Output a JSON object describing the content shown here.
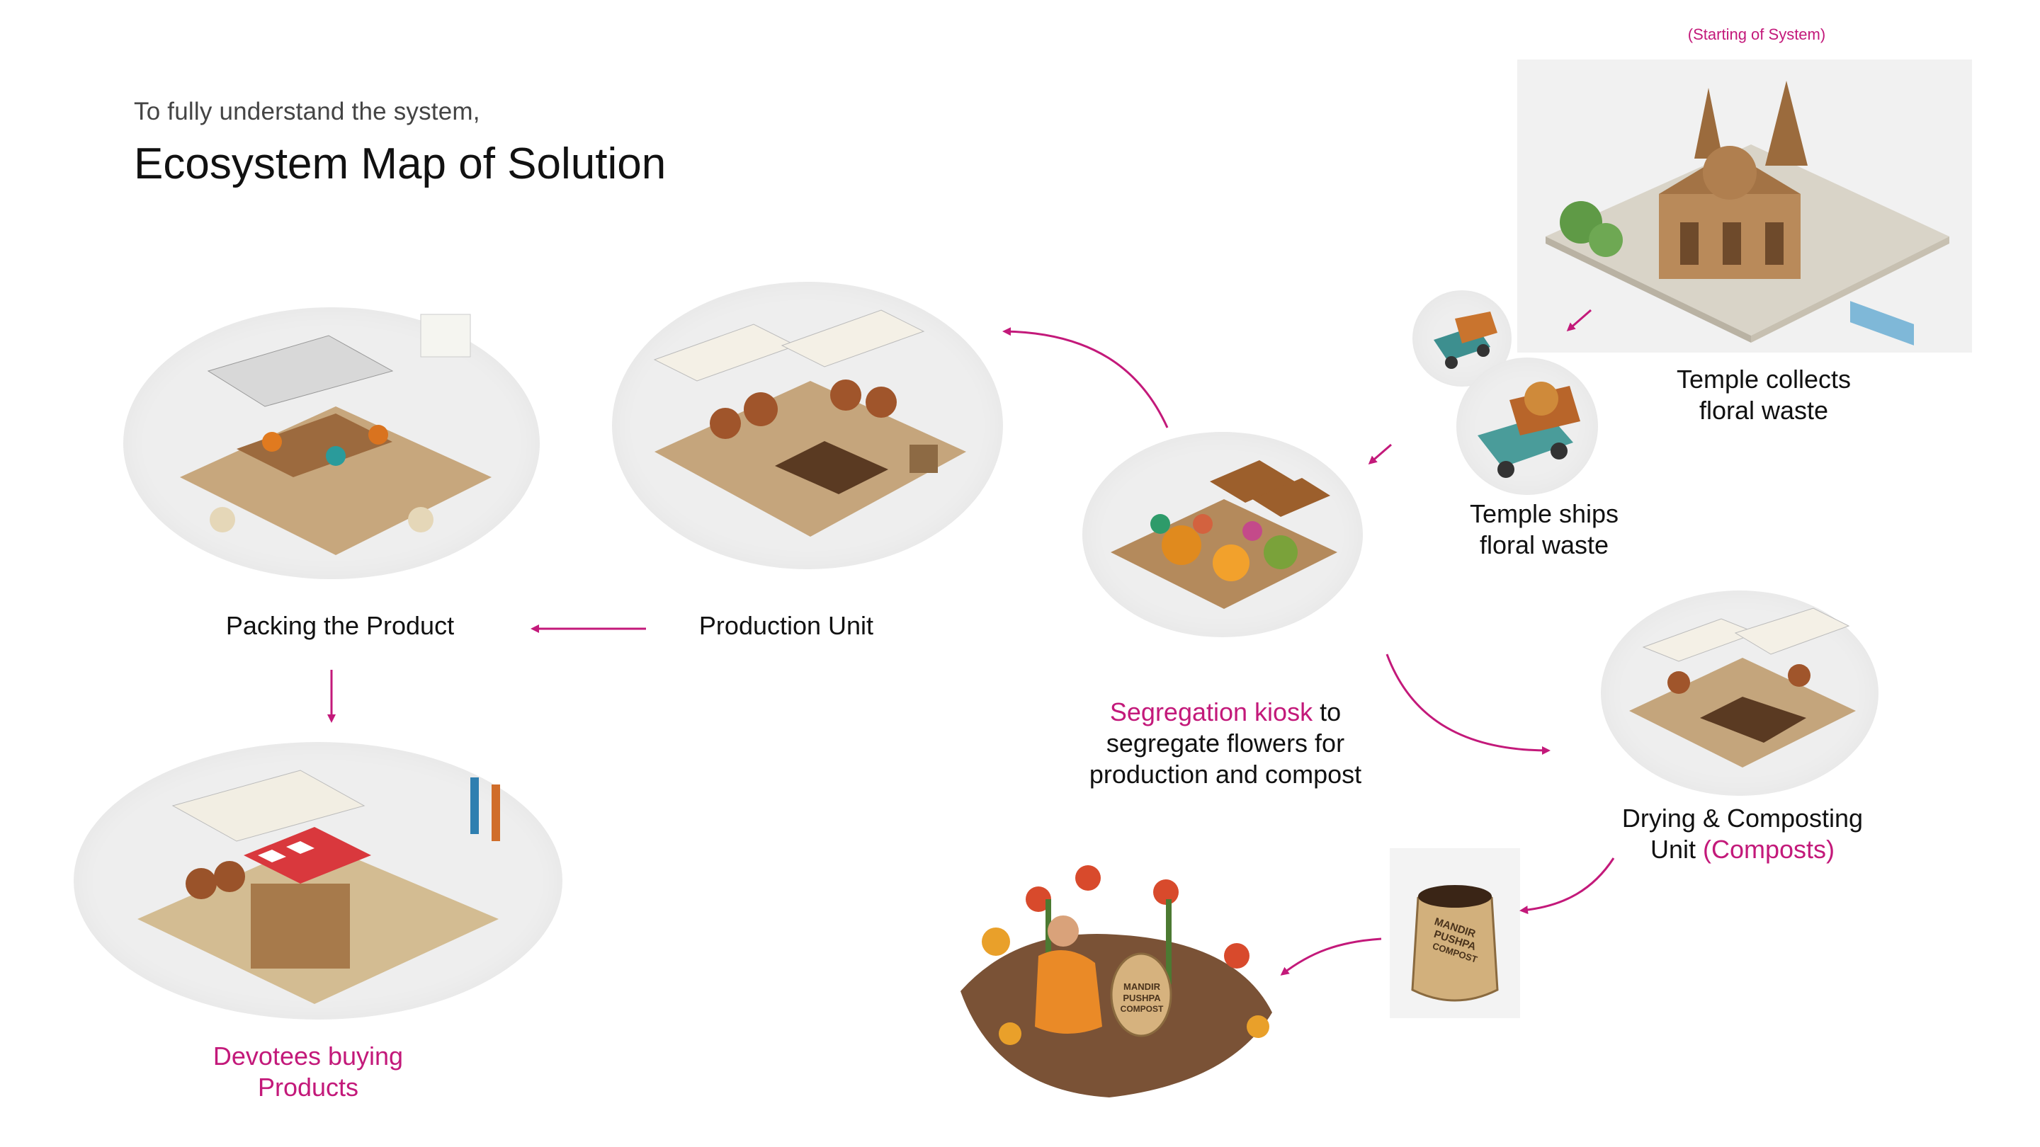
{
  "header": {
    "kicker": "To fully understand the system,",
    "title": "Ecosystem Map of Solution",
    "start_note": "(Starting of System)"
  },
  "nodes": {
    "temple": {
      "line1": "Temple collects",
      "line2": "floral waste"
    },
    "ship": {
      "line1": "Temple ships",
      "line2": "floral waste"
    },
    "segregation": {
      "highlight": "Segregation kiosk",
      "rest1": " to",
      "line2": "segregate flowers for",
      "line3": "production and compost"
    },
    "drying": {
      "line1": "Drying & Composting",
      "line2a": "Unit ",
      "line2b": "(Composts)"
    },
    "production": {
      "label": "Production Unit"
    },
    "packing": {
      "label": "Packing the Product"
    },
    "devotees": {
      "line1": "Devotees buying",
      "line2": "Products"
    },
    "compost_bag": {
      "line1": "MANDIR",
      "line2": "PUSHPA",
      "line3": "COMPOST"
    },
    "garden_bag": {
      "line1": "MANDIR",
      "line2": "PUSHPA",
      "line3": "COMPOST"
    }
  },
  "colors": {
    "accent": "#c3197a",
    "text": "#111111",
    "muted": "#444444",
    "blob": "#eeeeee"
  }
}
